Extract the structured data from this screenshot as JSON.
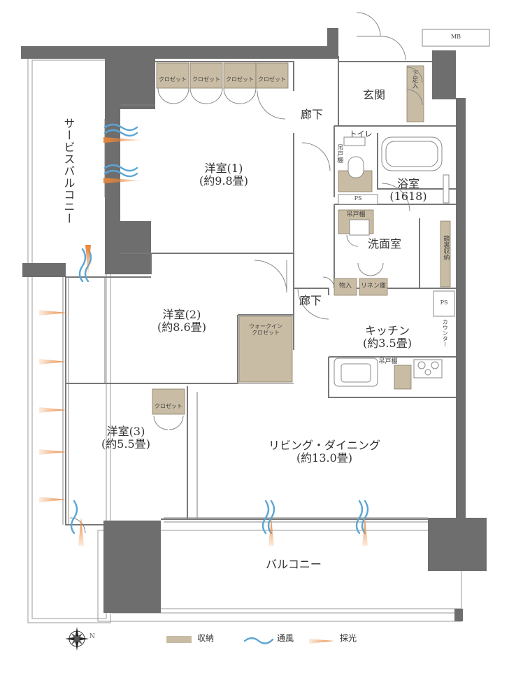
{
  "rooms": {
    "western1": {
      "name": "洋室(1)",
      "size": "(約9.8畳)"
    },
    "western2": {
      "name": "洋室(2)",
      "size": "(約8.6畳)"
    },
    "western3": {
      "name": "洋室(3)",
      "size": "(約5.5畳)"
    },
    "living": {
      "name": "リビング・ダイニング",
      "size": "(約13.0畳)"
    },
    "kitchen": {
      "name": "キッチン",
      "size": "(約3.5畳)"
    },
    "bath": {
      "name": "浴室",
      "size": "(1618)"
    },
    "washroom": "洗面室",
    "entrance": "玄関",
    "corridor": "廊下",
    "toilet": "トイレ",
    "service_balcony": "サービスバルコニー",
    "balcony": "バルコニー"
  },
  "storage": {
    "closet": "クロゼット",
    "walkin_line1": "ウォークイン",
    "walkin_line2": "クロゼット",
    "shoe_box": "下足入",
    "hanging_cabinet": "吊戸棚",
    "storage_room": "物入",
    "linen": "リネン庫",
    "mirror_storage": "鏡裏収納",
    "counter": "カウンター"
  },
  "labels": {
    "ps": "PS",
    "mb": "MB"
  },
  "compass": {
    "north": "N"
  },
  "legend": {
    "storage": "収納",
    "ventilation": "通風",
    "daylight": "採光"
  },
  "colors": {
    "storage": "#c9bca4",
    "wall": "#6e6e6e",
    "ventilation": "#5aa5d6",
    "daylight": "#e8863a"
  }
}
